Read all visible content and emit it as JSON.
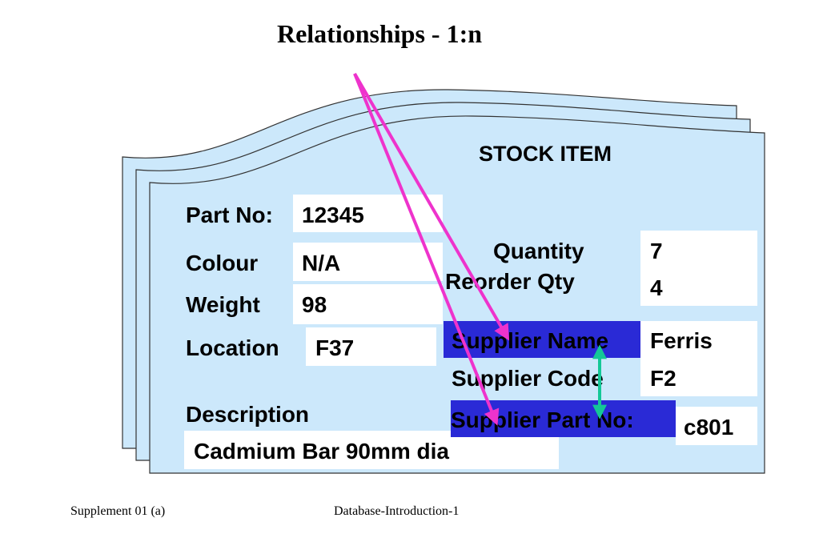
{
  "slide": {
    "title": "Relationships - 1:n",
    "card_heading": "STOCK ITEM"
  },
  "fields": {
    "part_no": {
      "label": "Part No:",
      "value": "12345"
    },
    "colour": {
      "label": "Colour",
      "value": "N/A"
    },
    "weight": {
      "label": "Weight",
      "value": "98"
    },
    "location": {
      "label": "Location",
      "value": "F37"
    },
    "description": {
      "label": "Description",
      "value": "Cadmium Bar 90mm dia"
    },
    "quantity": {
      "label": "Quantity",
      "value": "7"
    },
    "reorder_qty": {
      "label": "Reorder Qty",
      "value": "4"
    },
    "supplier_name": {
      "label": "Supplier Name",
      "value": "Ferris"
    },
    "supplier_code": {
      "label": "Supplier Code",
      "value": "F2"
    },
    "supplier_part_no": {
      "label": "Supplier Part No:",
      "value": "c801"
    }
  },
  "footer": {
    "left": "Supplement 01 (a)",
    "center": "Database-Introduction-1"
  },
  "colors": {
    "card_fill": "#cce8fb",
    "highlight": "#2a2ad6",
    "magenta_arrow": "#ee33cc",
    "green_arrow": "#14c896"
  }
}
